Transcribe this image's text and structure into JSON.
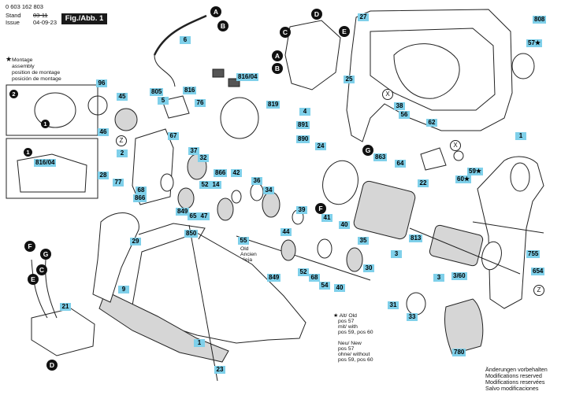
{
  "header": {
    "doc_number": "0 603 162 803",
    "stand_label": "Stand",
    "stand_old": "03-11",
    "issue_label": "Issue",
    "issue_date": "04-09-23",
    "figure_label": "Fig./Abb. 1"
  },
  "notes": {
    "montage_star": "★",
    "montage_lines": [
      "Montage",
      "assembly",
      "position de montage",
      "posición de montage"
    ],
    "alt_old_lines": [
      "Alt",
      "Old",
      "Ancien",
      "Vieja"
    ],
    "legend_lines": [
      "★ Alt/ Old",
      "pos 57",
      "mit/ with",
      "pos 59, pos 60",
      "",
      "Neu/ New",
      "pos 57",
      "ohne/ without",
      "pos 59, pos 60"
    ],
    "footer_lines": [
      "Änderungen vorbehalten",
      "Modifications reserved",
      "Modifications reservées",
      "Salvo modificaciones"
    ]
  },
  "part_labels": [
    "808",
    "27",
    "57",
    "6",
    "96",
    "805",
    "5",
    "45",
    "816/04",
    "816",
    "76",
    "819",
    "25",
    "4",
    "38",
    "56",
    "62",
    "891",
    "890",
    "24",
    "863",
    "64",
    "22",
    "46",
    "2",
    "37",
    "32",
    "67",
    "866",
    "42",
    "36",
    "34",
    "39",
    "14",
    "52",
    "65",
    "28",
    "77",
    "68",
    "866",
    "849",
    "47",
    "41",
    "40",
    "35",
    "813",
    "850",
    "55",
    "44",
    "29",
    "9",
    "849",
    "52",
    "68",
    "54",
    "40",
    "30",
    "31",
    "33",
    "780",
    "1",
    "23",
    "21",
    "3",
    "3/60",
    "755",
    "654",
    "59",
    "60"
  ],
  "star_labels": [
    "57★",
    "59★",
    "60★",
    "816"
  ],
  "connector_letters": [
    "A",
    "B",
    "A",
    "B",
    "C",
    "D",
    "E",
    "G",
    "F",
    "F",
    "G",
    "C",
    "E",
    "D",
    "X",
    "X",
    "Z",
    "Z"
  ],
  "montage_numbers": [
    "2",
    "1",
    "1",
    "816/04"
  ]
}
